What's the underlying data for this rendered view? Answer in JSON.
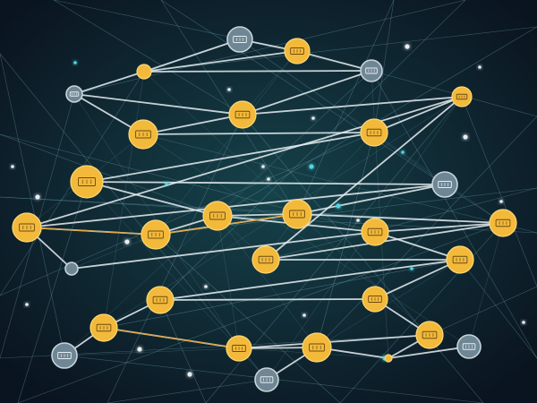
{
  "colors": {
    "background_center": "#16424a",
    "background_edge": "#0a1420",
    "primary_node": "#f2b93b",
    "primary_node_stroke": "#ffd874",
    "secondary_node": "#6f8795",
    "secondary_node_stroke": "#c8d4da",
    "strong_edge": "#e8eef2",
    "faint_edge": "#6fa3b4",
    "accent_edge": "#e2a63c",
    "glyph_dark": "#6b4a10",
    "glyph_light": "#e8eef2",
    "spark": "#4fd6e0"
  },
  "diagram": {
    "kind": "network-graph",
    "node_glyph": "small-rectangle-icon",
    "nodes": [
      {
        "id": "n1",
        "style": "secondary"
      },
      {
        "id": "n2",
        "style": "primary"
      },
      {
        "id": "n3",
        "style": "secondary"
      },
      {
        "id": "n4",
        "style": "primary"
      },
      {
        "id": "n5",
        "style": "secondary"
      },
      {
        "id": "n6",
        "style": "primary"
      },
      {
        "id": "n7",
        "style": "primary"
      },
      {
        "id": "n8",
        "style": "primary"
      },
      {
        "id": "n9",
        "style": "primary"
      },
      {
        "id": "n10",
        "style": "primary"
      },
      {
        "id": "n11",
        "style": "secondary"
      },
      {
        "id": "n12",
        "style": "primary"
      },
      {
        "id": "n13",
        "style": "primary"
      },
      {
        "id": "n14",
        "style": "primary"
      },
      {
        "id": "n15",
        "style": "primary"
      },
      {
        "id": "n16",
        "style": "primary"
      },
      {
        "id": "n17",
        "style": "primary"
      },
      {
        "id": "n18",
        "style": "primary"
      },
      {
        "id": "n19",
        "style": "secondary"
      },
      {
        "id": "n20",
        "style": "primary"
      },
      {
        "id": "n21",
        "style": "primary"
      },
      {
        "id": "n22",
        "style": "primary"
      },
      {
        "id": "n23",
        "style": "primary"
      },
      {
        "id": "n24",
        "style": "primary"
      },
      {
        "id": "n25",
        "style": "secondary"
      },
      {
        "id": "n26",
        "style": "primary"
      },
      {
        "id": "n27",
        "style": "primary"
      },
      {
        "id": "n28",
        "style": "primary"
      },
      {
        "id": "n29",
        "style": "secondary"
      },
      {
        "id": "n30",
        "style": "secondary"
      }
    ],
    "edges": [
      [
        "n1",
        "n4"
      ],
      [
        "n1",
        "n2"
      ],
      [
        "n2",
        "n3"
      ],
      [
        "n3",
        "n4"
      ],
      [
        "n2",
        "n4"
      ],
      [
        "n4",
        "n5"
      ],
      [
        "n5",
        "n6"
      ],
      [
        "n6",
        "n7"
      ],
      [
        "n6",
        "n9"
      ],
      [
        "n5",
        "n7"
      ],
      [
        "n7",
        "n8"
      ],
      [
        "n8",
        "n9"
      ],
      [
        "n8",
        "n10"
      ],
      [
        "n9",
        "n12"
      ],
      [
        "n10",
        "n11"
      ],
      [
        "n11",
        "n12"
      ],
      [
        "n12",
        "n13"
      ],
      [
        "n13",
        "n14"
      ],
      [
        "n14",
        "n15"
      ],
      [
        "n15",
        "n11"
      ],
      [
        "n14",
        "n16"
      ],
      [
        "n15",
        "n17"
      ],
      [
        "n16",
        "n17"
      ],
      [
        "n17",
        "n18"
      ],
      [
        "n18",
        "n9"
      ],
      [
        "n18",
        "n20"
      ],
      [
        "n20",
        "n21"
      ],
      [
        "n21",
        "n22"
      ],
      [
        "n22",
        "n20"
      ],
      [
        "n21",
        "n23"
      ],
      [
        "n22",
        "n24"
      ],
      [
        "n23",
        "n26"
      ],
      [
        "n24",
        "n26"
      ],
      [
        "n26",
        "n27"
      ],
      [
        "n27",
        "n28"
      ],
      [
        "n28",
        "n24"
      ],
      [
        "n27",
        "n29"
      ],
      [
        "n19",
        "n12"
      ],
      [
        "n19",
        "n16"
      ],
      [
        "n30",
        "n23"
      ],
      [
        "n25",
        "n28"
      ],
      [
        "n3",
        "n6"
      ],
      [
        "n10",
        "n14"
      ],
      [
        "n16",
        "n20"
      ],
      [
        "n13",
        "n15"
      ]
    ],
    "accent_edges": [
      [
        "n12",
        "n13"
      ],
      [
        "n13",
        "n15"
      ],
      [
        "n23",
        "n26"
      ]
    ]
  }
}
